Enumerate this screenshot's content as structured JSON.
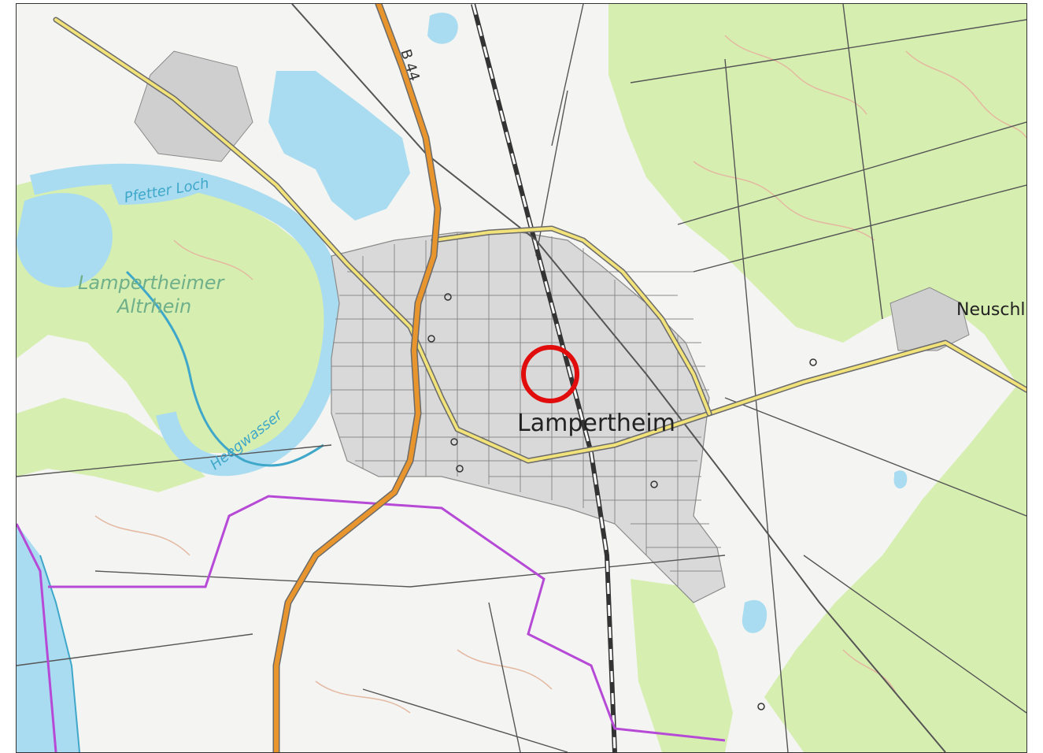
{
  "map": {
    "labels": {
      "town_main": "Lampertheim",
      "town_east": "Neuschl",
      "area_line1": "Lampertheimer",
      "area_line2": "Altrhein",
      "water_lake": "Pfetter Loch",
      "water_stream": "Heegwasser",
      "road_ref": "B 44"
    },
    "colors": {
      "land": "#f4f4f2",
      "forest": "#d6eeb0",
      "forest_dark": "#c6e59a",
      "water": "#a9dcf0",
      "water_line": "#3fa7c9",
      "primary_road": "#e8952e",
      "secondary_road": "#f2e27a",
      "road_casing": "#6a6a6a",
      "boundary": "#b64ad6",
      "contour": "#e4b8a0",
      "built": "#8a8a8a",
      "marker": "#e10c0c"
    },
    "marker": {
      "type": "circle",
      "name": "location-marker"
    }
  }
}
